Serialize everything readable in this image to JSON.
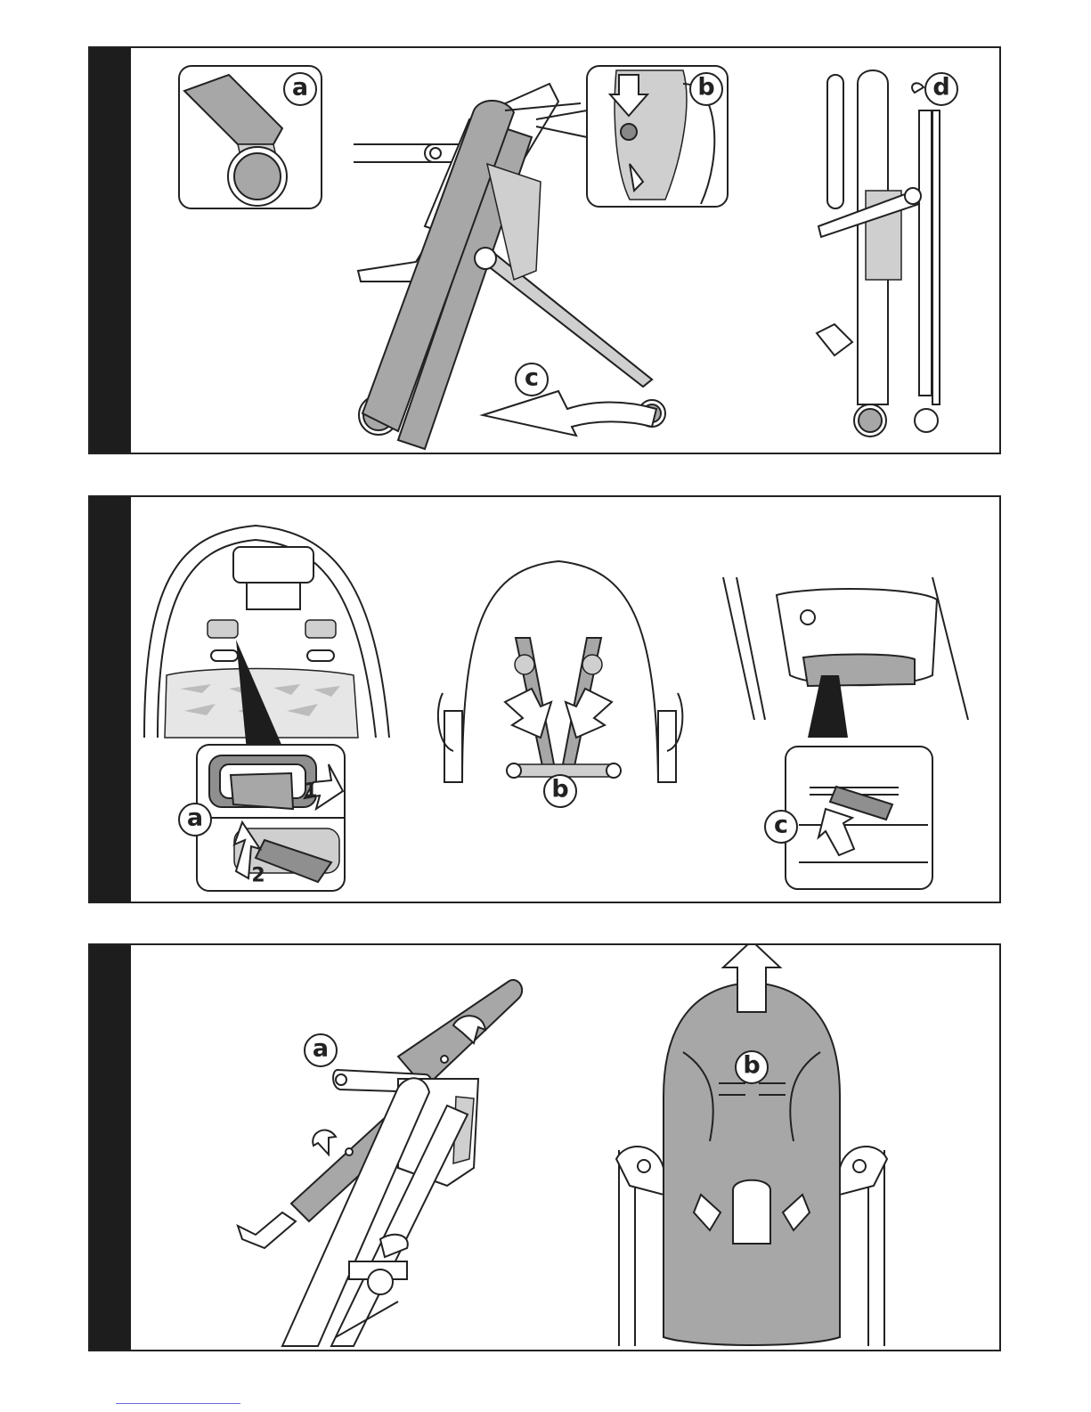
{
  "panel1": {
    "labels": {
      "a": "a",
      "b": "b",
      "c": "c",
      "d": "d"
    }
  },
  "panel2": {
    "labels": {
      "a": "a",
      "b": "b",
      "c": "c",
      "step1": "1",
      "step2": "2"
    }
  },
  "panel3": {
    "labels": {
      "a": "a",
      "b": "b"
    }
  },
  "colors": {
    "frame": "#222222",
    "fill": "#a7a7a7",
    "light": "#cfcfcf",
    "bar": "#1d1d1d"
  }
}
